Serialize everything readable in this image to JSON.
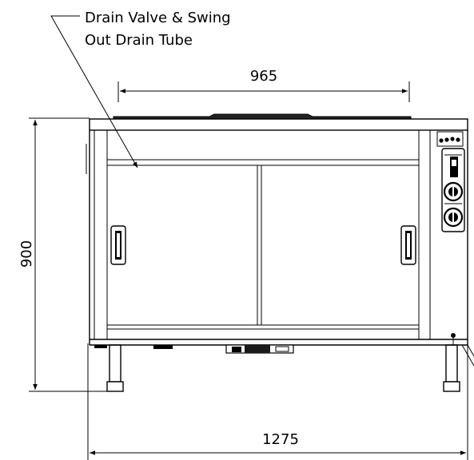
{
  "annotation": {
    "line1": "Drain Valve & Swing",
    "line2": "Out Drain Tube"
  },
  "dimensions": {
    "top_width": "965",
    "overall_width": "1275",
    "height": "900"
  },
  "colors": {
    "line": "#000000",
    "background": "#ffffff",
    "hatch": "#1a1a1a"
  }
}
